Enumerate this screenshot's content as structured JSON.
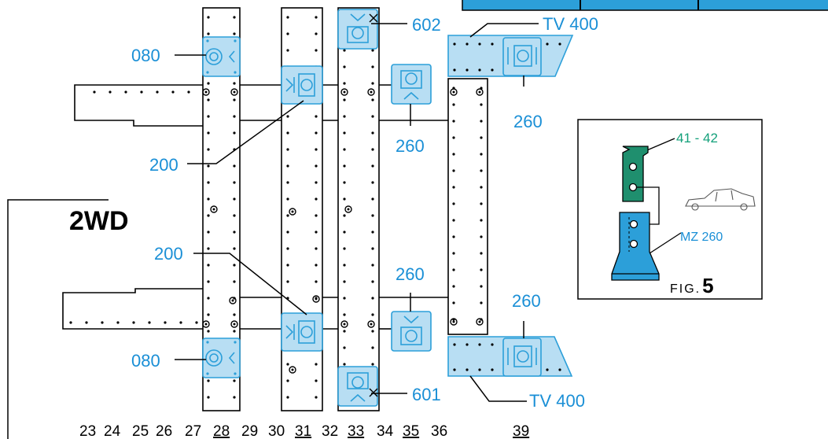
{
  "colors": {
    "line": "#000000",
    "fixture_blue": "#2c9fd9",
    "fixture_blue_fill": "#b8def3",
    "label_blue": "#1a8fd6",
    "label_green": "#13a07a",
    "green_fill": "#1f8f6e",
    "strip_fill": "#ffffff"
  },
  "labels": {
    "l080_top": "080",
    "l080_bottom": "080",
    "l200_top": "200",
    "l200_bottom": "200",
    "l602": "602",
    "l601": "601",
    "tv400_top": "TV 400",
    "tv400_bottom": "TV 400",
    "l260_a": "260",
    "l260_b": "260",
    "l260_c": "260",
    "l260_d": "260",
    "wd": "2WD"
  },
  "inset": {
    "ref_label": "41 - 42",
    "mz_label": "MZ 260",
    "fig_prefix": "FIG.",
    "fig_number": "5"
  },
  "column_numbers": [
    {
      "text": "23",
      "underline": false
    },
    {
      "text": "24",
      "underline": false
    },
    {
      "text": "25",
      "underline": false
    },
    {
      "text": "26",
      "underline": false
    },
    {
      "text": "27",
      "underline": false
    },
    {
      "text": "28",
      "underline": true
    },
    {
      "text": "29",
      "underline": false
    },
    {
      "text": "30",
      "underline": false
    },
    {
      "text": "31",
      "underline": true
    },
    {
      "text": "32",
      "underline": false
    },
    {
      "text": "33",
      "underline": true
    },
    {
      "text": "34",
      "underline": false
    },
    {
      "text": "35",
      "underline": true
    },
    {
      "text": "36",
      "underline": false
    },
    {
      "text": "39",
      "underline": true
    }
  ]
}
